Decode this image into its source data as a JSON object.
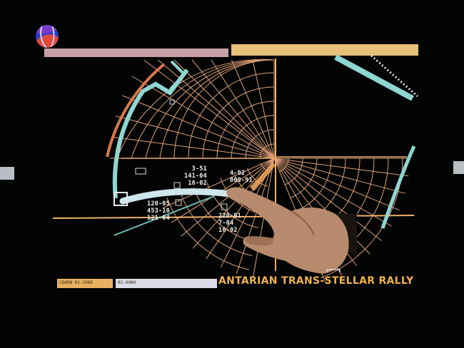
{
  "header": {
    "left_bar_color": "#c8a0a8",
    "right_bar_color": "#e8c07a"
  },
  "logo": {
    "icon": "network-globe-icon"
  },
  "chart_labels": {
    "group_top": [
      "3-51",
      "141-04",
      "16-02"
    ],
    "group_right": [
      "4-02",
      "009-91"
    ],
    "group_left": [
      "120-05",
      "453-10",
      "121-04"
    ],
    "group_bottom": [
      "220-01",
      "7-04",
      "16-02"
    ]
  },
  "footer": {
    "button_1_label": "CDARN 01-2086",
    "button_2_label": "02-0980",
    "title": "ANTARIAN TRANS-STELLAR RALLY",
    "button_1_color": "#e8b060",
    "button_2_color": "#dcdce8",
    "title_color": "#f0b24a"
  },
  "colors": {
    "grid": "#e9a77a",
    "cyan": "#8fd6d2",
    "accent": "#f5b05c"
  }
}
